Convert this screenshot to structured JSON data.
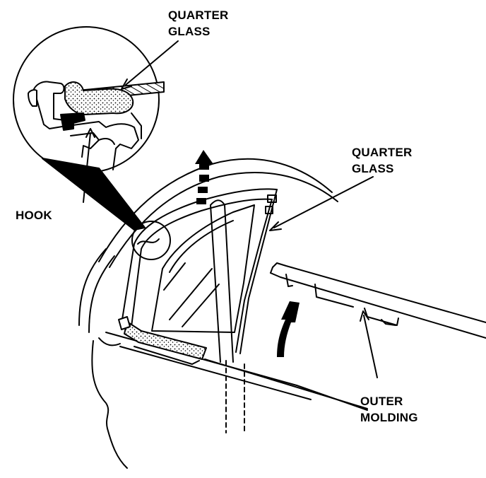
{
  "labels": {
    "quarter_glass_top": [
      "QUARTER",
      "GLASS"
    ],
    "hook": "HOOK",
    "quarter_glass_right": [
      "QUARTER",
      "GLASS"
    ],
    "outer_molding": [
      "OUTER",
      "MOLDING"
    ]
  },
  "colors": {
    "ink": "#000000",
    "paper": "#ffffff"
  }
}
